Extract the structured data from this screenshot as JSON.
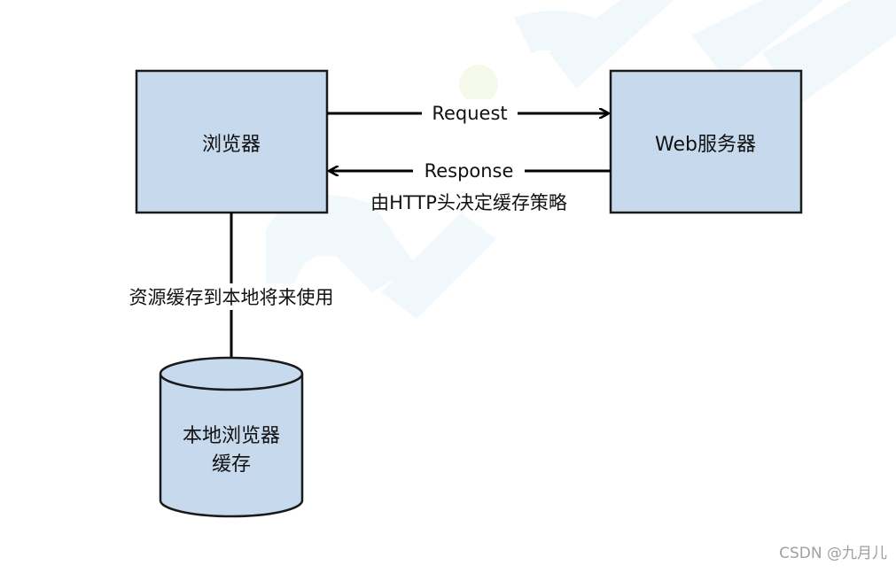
{
  "diagram": {
    "browser_label": "浏览器",
    "server_label": "Web服务器",
    "request_label": "Request",
    "response_label": "Response",
    "response_note": "由HTTP头决定缓存策略",
    "cache_arrow_label": "资源缓存到本地将来使用",
    "cache_label_line1": "本地浏览器",
    "cache_label_line2": "缓存"
  },
  "colors": {
    "box_fill": "#c6d9ed",
    "box_stroke": "#1a1a1a",
    "arrow": "#000000",
    "watermark_bg": "#e3f3fb"
  },
  "watermark": "CSDN @九月儿"
}
